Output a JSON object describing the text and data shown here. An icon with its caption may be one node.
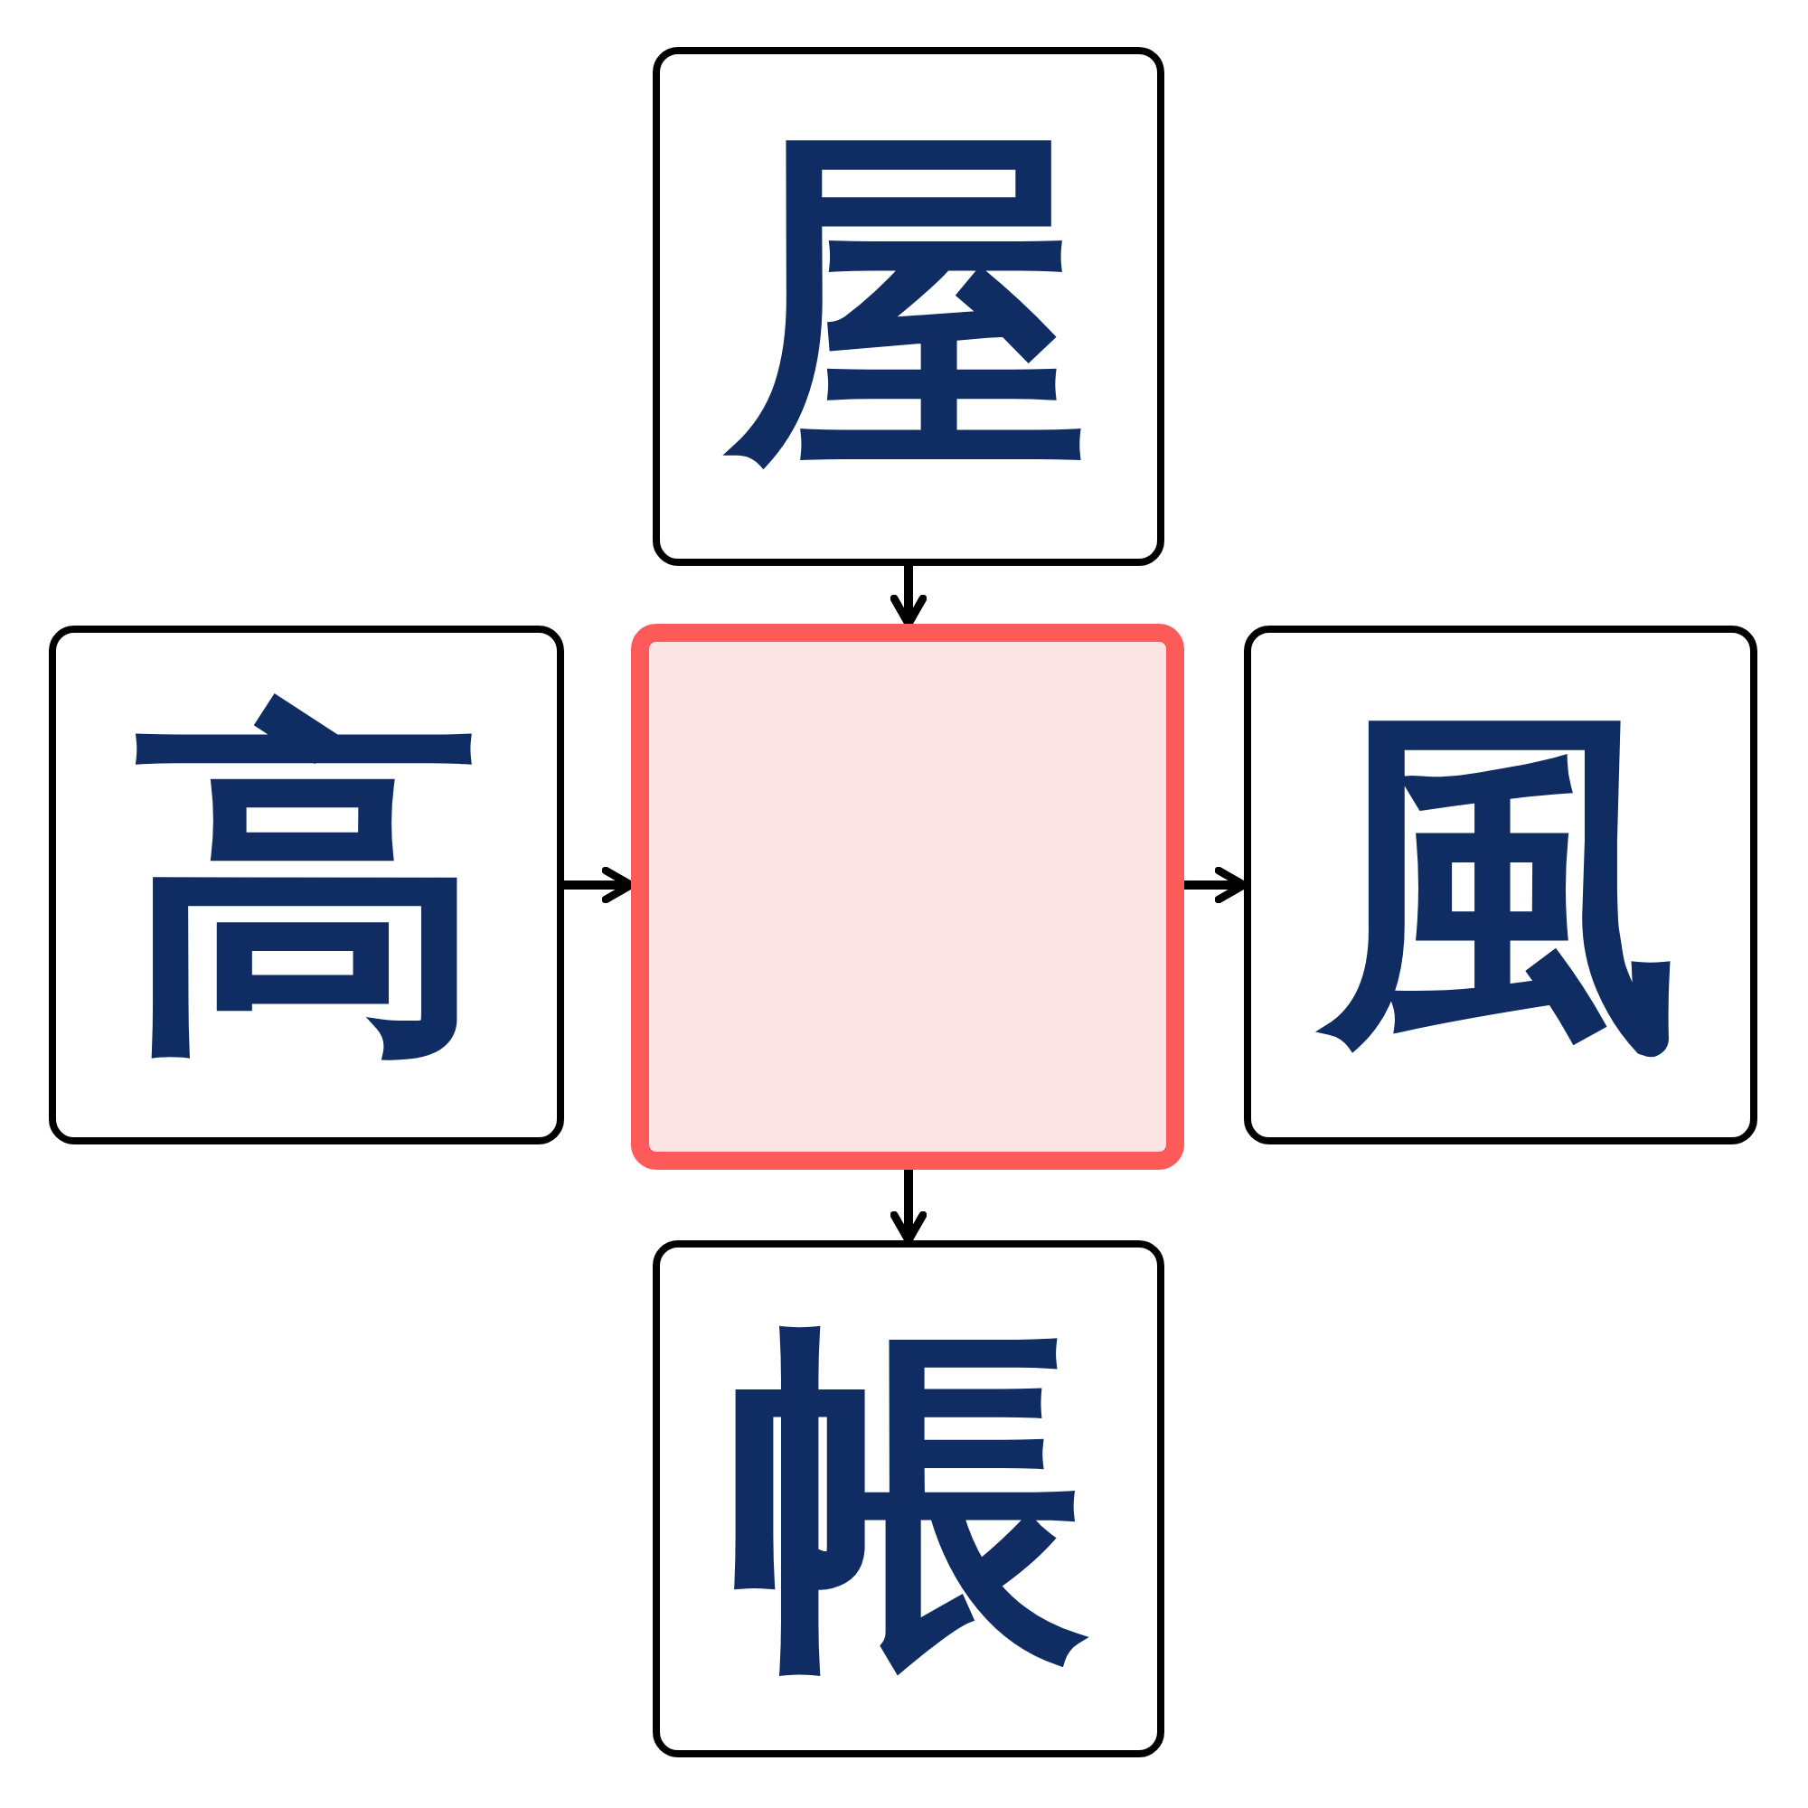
{
  "diagram": {
    "nodes": [
      {
        "text": [
          "屋"
        ]
      },
      {
        "text": [
          "高"
        ]
      },
      {
        "text": [],
        "shape": "box"
      },
      {
        "text": [
          "風"
        ]
      },
      {
        "text": [
          "帳"
        ]
      }
    ],
    "edges": [
      {
        "from": 0,
        "to": 2,
        "arrow": "to"
      },
      {
        "from": 1,
        "to": 2,
        "arrow": "to"
      },
      {
        "from": 2,
        "to": 3,
        "arrow": "to"
      },
      {
        "from": 2,
        "to": 4,
        "arrow": "to"
      }
    ]
  }
}
